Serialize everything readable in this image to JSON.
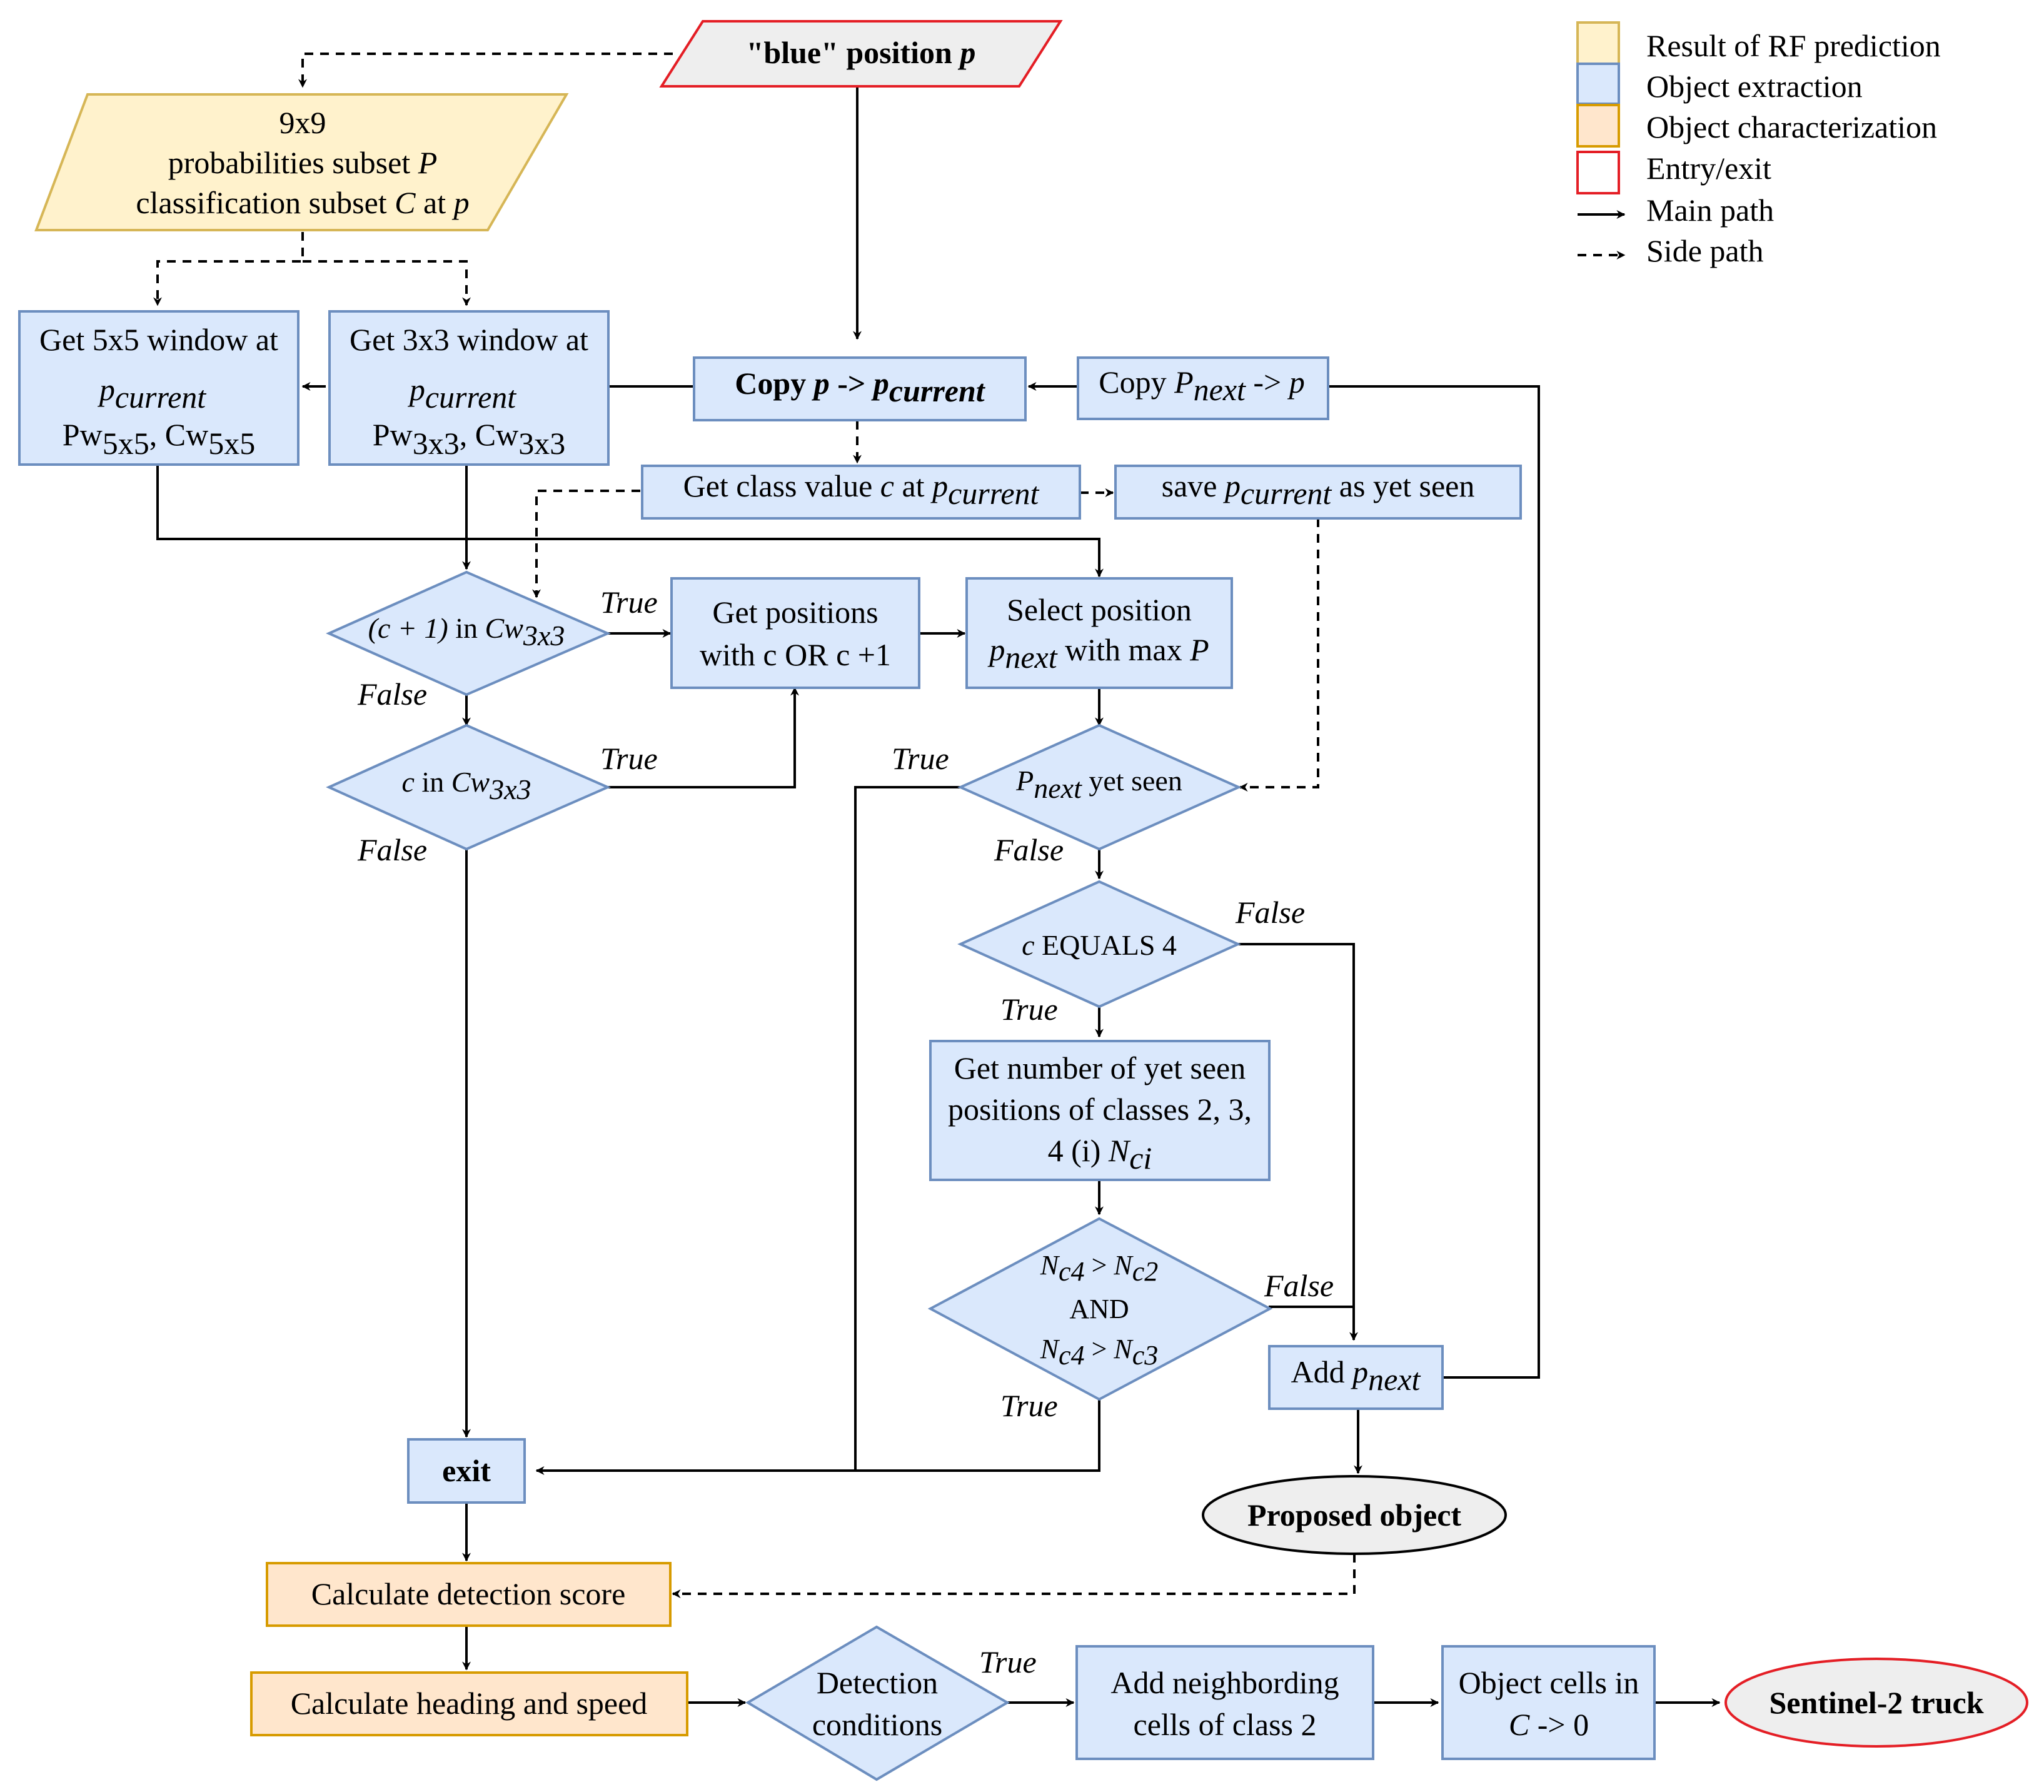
{
  "colors": {
    "yellow_fill": "#fff2cc",
    "yellow_stroke": "#d6b656",
    "blue_fill": "#dae8fc",
    "blue_stroke": "#6c8ebf",
    "orange_fill": "#ffe6cc",
    "orange_stroke": "#d79b00",
    "red_stroke": "#e41e25",
    "grey_fill": "#eeeeee"
  },
  "legend": [
    {
      "label": "Result of RF prediction",
      "swatch": "yellow"
    },
    {
      "label": "Object extraction",
      "swatch": "blue"
    },
    {
      "label": "Object characterization",
      "swatch": "orange"
    },
    {
      "label": "Entry/exit",
      "swatch": "red"
    },
    {
      "label": "Main path",
      "arrow": "solid"
    },
    {
      "label": "Side path",
      "arrow": "dashed"
    }
  ],
  "nodes": {
    "start": {
      "q": "\"blue\"",
      "rest": " position ",
      "p": "p"
    },
    "prob": {
      "l1": "9x9",
      "l2a": "probabilities subset ",
      "l2b": "P",
      "l3a": "classification subset ",
      "l3b": "C",
      "l3c": " at ",
      "l3d": "p"
    },
    "win5": {
      "l1": "Get 5x5 window at",
      "p": "p",
      "psub": "current",
      "pw": "Pw",
      "pwsub": "5x5",
      "sep": ", ",
      "cw": "Cw",
      "cwsub": "5x5"
    },
    "win3": {
      "l1": "Get 3x3 window at",
      "p": "p",
      "psub": "current",
      "pw": "Pw",
      "pwsub": "3x3",
      "sep": ", ",
      "cw": "Cw",
      "cwsub": "3x3"
    },
    "copy_p": {
      "a": "Copy ",
      "b": "p",
      "c": " -> ",
      "d": "p",
      "dsub": "current"
    },
    "copy_next": {
      "a": "Copy ",
      "b": "P",
      "bsub": "next",
      "c": " -> ",
      "d": "p"
    },
    "get_class": {
      "a": "Get class value ",
      "b": "c",
      "c": " at ",
      "d": "p",
      "dsub": "current"
    },
    "save": {
      "a": "save ",
      "b": "p",
      "bsub": "current",
      "c": " as yet seen"
    },
    "dec1": {
      "a": "(c + 1)",
      "b": " in ",
      "c": "Cw",
      "csub": "3x3"
    },
    "dec2": {
      "a": "c",
      "b": " in ",
      "c": "Cw",
      "csub": "3x3"
    },
    "get_pos": {
      "l1": "Get positions",
      "l2": "with c OR c +1"
    },
    "select": {
      "l1": "Select position",
      "p": "p",
      "psub": "next",
      "rest": " with max ",
      "P": "P"
    },
    "dec_seen": {
      "p": "P",
      "psub": "next",
      "rest": " yet seen"
    },
    "dec_eq4": {
      "c": "c",
      "rest": " EQUALS 4"
    },
    "get_num": {
      "l1": "Get number of yet seen",
      "l2": "positions of classes 2, 3,",
      "l3": "4 (i) ",
      "n": "N",
      "nsub": "ci"
    },
    "dec_n": {
      "n": "N",
      "c4": "c4",
      "gt": " > ",
      "c2": "c2",
      "and": "AND",
      "c3": "c3"
    },
    "add_next": {
      "a": "Add  ",
      "p": "p",
      "psub": "next"
    },
    "exit": "exit",
    "proposed": "Proposed object",
    "calc_score": "Calculate detection score",
    "calc_heading": "Calculate heading and speed",
    "det_cond": {
      "l1": "Detection",
      "l2": "conditions"
    },
    "add_neigh": {
      "l1": "Add neighbording",
      "l2": "cells of class 2"
    },
    "obj_cells": {
      "l1": "Object cells in",
      "c": "C",
      "rest": " -> 0"
    },
    "truck": "Sentinel-2 truck"
  },
  "edge_labels": {
    "true": "True",
    "false": "False"
  }
}
